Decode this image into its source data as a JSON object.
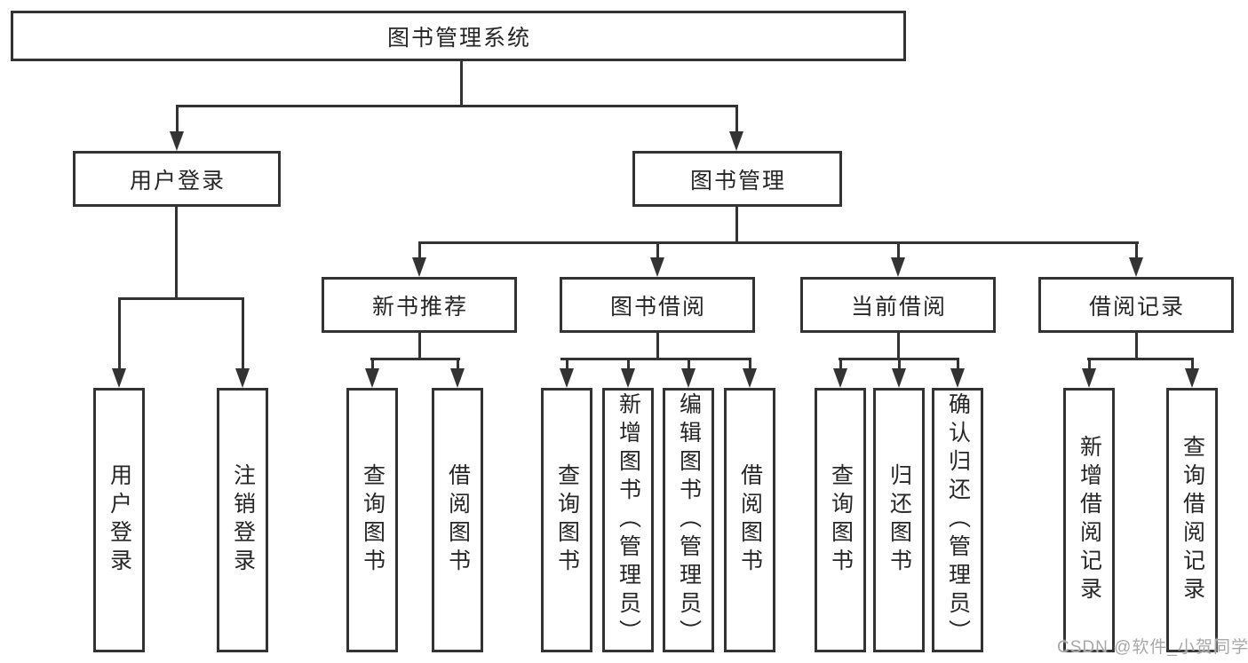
{
  "diagram": {
    "type": "hierarchy-flowchart",
    "background_color": "#ffffff",
    "line_color": "#333333",
    "box_border_color": "#333333",
    "text_color": "#262626",
    "tree": {
      "label": "图书管理系统",
      "children": [
        {
          "label": "用户登录",
          "children": [
            {
              "label": "用户登录"
            },
            {
              "label": "注销登录"
            }
          ]
        },
        {
          "label": "图书管理",
          "children": [
            {
              "label": "新书推荐",
              "children": [
                {
                  "label": "查询图书"
                },
                {
                  "label": "借阅图书"
                }
              ]
            },
            {
              "label": "图书借阅",
              "children": [
                {
                  "label": "查询图书"
                },
                {
                  "label": "新增图书（管理员）"
                },
                {
                  "label": "编辑图书（管理员）"
                },
                {
                  "label": "借阅图书"
                }
              ]
            },
            {
              "label": "当前借阅",
              "children": [
                {
                  "label": "查询图书"
                },
                {
                  "label": "归还图书"
                },
                {
                  "label": "确认归还（管理员）"
                }
              ]
            },
            {
              "label": "借阅记录",
              "children": [
                {
                  "label": "新增借阅记录"
                },
                {
                  "label": "查询借阅记录"
                }
              ]
            }
          ]
        }
      ]
    }
  },
  "watermark": {
    "text": "CSDN @软件_小贺同学",
    "color": "#a8a8a8"
  }
}
